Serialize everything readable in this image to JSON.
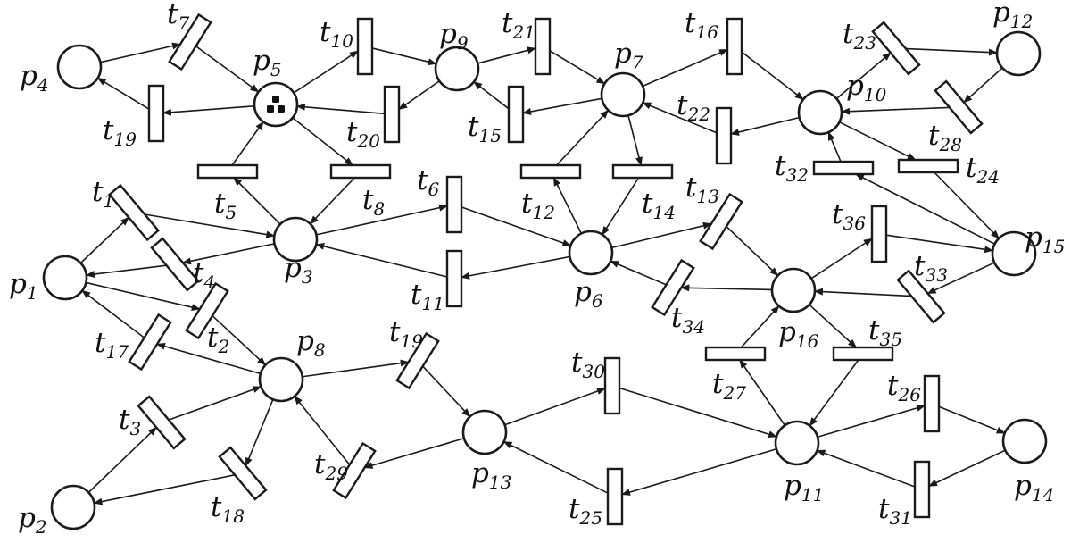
{
  "places": [
    {
      "id": "p1",
      "label": "p",
      "sub": "1"
    },
    {
      "id": "p2",
      "label": "p",
      "sub": "2"
    },
    {
      "id": "p3",
      "label": "p",
      "sub": "3"
    },
    {
      "id": "p4",
      "label": "p",
      "sub": "4"
    },
    {
      "id": "p5",
      "label": "p",
      "sub": "5",
      "tokens": 3
    },
    {
      "id": "p6",
      "label": "p",
      "sub": "6"
    },
    {
      "id": "p7",
      "label": "p",
      "sub": "7"
    },
    {
      "id": "p8",
      "label": "p",
      "sub": "8"
    },
    {
      "id": "p9",
      "label": "p",
      "sub": "9"
    },
    {
      "id": "p10",
      "label": "p",
      "sub": "10"
    },
    {
      "id": "p11",
      "label": "p",
      "sub": "11"
    },
    {
      "id": "p12",
      "label": "p",
      "sub": "12"
    },
    {
      "id": "p13",
      "label": "p",
      "sub": "13"
    },
    {
      "id": "p14",
      "label": "p",
      "sub": "14"
    },
    {
      "id": "p15",
      "label": "p",
      "sub": "15"
    },
    {
      "id": "p16",
      "label": "p",
      "sub": "16"
    }
  ],
  "transitions": [
    {
      "id": "t1",
      "label": "t",
      "sub": "1"
    },
    {
      "id": "t2",
      "label": "t",
      "sub": "2"
    },
    {
      "id": "t3",
      "label": "t",
      "sub": "3"
    },
    {
      "id": "t4",
      "label": "t",
      "sub": "4"
    },
    {
      "id": "t5",
      "label": "t",
      "sub": "5"
    },
    {
      "id": "t6",
      "label": "t",
      "sub": "6"
    },
    {
      "id": "t7",
      "label": "t",
      "sub": "7"
    },
    {
      "id": "t8",
      "label": "t",
      "sub": "8"
    },
    {
      "id": "t10",
      "label": "t",
      "sub": "10"
    },
    {
      "id": "t11",
      "label": "t",
      "sub": "11"
    },
    {
      "id": "t12",
      "label": "t",
      "sub": "12"
    },
    {
      "id": "t13",
      "label": "t",
      "sub": "13"
    },
    {
      "id": "t14",
      "label": "t",
      "sub": "14"
    },
    {
      "id": "t15",
      "label": "t",
      "sub": "15"
    },
    {
      "id": "t16",
      "label": "t",
      "sub": "16"
    },
    {
      "id": "t17",
      "label": "t",
      "sub": "17"
    },
    {
      "id": "t18",
      "label": "t",
      "sub": "18"
    },
    {
      "id": "t19a",
      "label": "t",
      "sub": "19"
    },
    {
      "id": "t19b",
      "label": "t",
      "sub": "19"
    },
    {
      "id": "t20",
      "label": "t",
      "sub": "20"
    },
    {
      "id": "t21",
      "label": "t",
      "sub": "21"
    },
    {
      "id": "t22",
      "label": "t",
      "sub": "22"
    },
    {
      "id": "t23",
      "label": "t",
      "sub": "23"
    },
    {
      "id": "t24",
      "label": "t",
      "sub": "24"
    },
    {
      "id": "t25",
      "label": "t",
      "sub": "25"
    },
    {
      "id": "t26",
      "label": "t",
      "sub": "26"
    },
    {
      "id": "t27",
      "label": "t",
      "sub": "27"
    },
    {
      "id": "t28",
      "label": "t",
      "sub": "28"
    },
    {
      "id": "t29",
      "label": "t",
      "sub": "29"
    },
    {
      "id": "t30",
      "label": "t",
      "sub": "30"
    },
    {
      "id": "t31",
      "label": "t",
      "sub": "31"
    },
    {
      "id": "t32",
      "label": "t",
      "sub": "32"
    },
    {
      "id": "t33",
      "label": "t",
      "sub": "33"
    },
    {
      "id": "t34",
      "label": "t",
      "sub": "34"
    },
    {
      "id": "t35",
      "label": "t",
      "sub": "35"
    },
    {
      "id": "t36",
      "label": "t",
      "sub": "36"
    }
  ],
  "arcs": [
    [
      "p4",
      "t7"
    ],
    [
      "t7",
      "p5"
    ],
    [
      "p5",
      "t19a"
    ],
    [
      "t19a",
      "p4"
    ],
    [
      "p5",
      "t10"
    ],
    [
      "t10",
      "p9"
    ],
    [
      "p9",
      "t20"
    ],
    [
      "t20",
      "p5"
    ],
    [
      "p9",
      "t21"
    ],
    [
      "t21",
      "p7"
    ],
    [
      "p7",
      "t15"
    ],
    [
      "t15",
      "p9"
    ],
    [
      "p7",
      "t16"
    ],
    [
      "t16",
      "p10"
    ],
    [
      "p10",
      "t22"
    ],
    [
      "t22",
      "p7"
    ],
    [
      "p10",
      "t23"
    ],
    [
      "t23",
      "p12"
    ],
    [
      "p12",
      "t28"
    ],
    [
      "t28",
      "p10"
    ],
    [
      "p3",
      "t5"
    ],
    [
      "t5",
      "p5"
    ],
    [
      "p5",
      "t8"
    ],
    [
      "t8",
      "p3"
    ],
    [
      "p6",
      "t12"
    ],
    [
      "t12",
      "p7"
    ],
    [
      "p7",
      "t14"
    ],
    [
      "t14",
      "p6"
    ],
    [
      "p15",
      "t32"
    ],
    [
      "t32",
      "p10"
    ],
    [
      "p10",
      "t24"
    ],
    [
      "t24",
      "p15"
    ],
    [
      "p1",
      "t1"
    ],
    [
      "t1",
      "p3"
    ],
    [
      "p3",
      "t4"
    ],
    [
      "t4",
      "p1"
    ],
    [
      "p3",
      "t6"
    ],
    [
      "t6",
      "p6"
    ],
    [
      "p6",
      "t11"
    ],
    [
      "t11",
      "p3"
    ],
    [
      "p6",
      "t13"
    ],
    [
      "t13",
      "p16"
    ],
    [
      "p16",
      "t34"
    ],
    [
      "t34",
      "p6"
    ],
    [
      "p16",
      "t36"
    ],
    [
      "t36",
      "p15"
    ],
    [
      "p15",
      "t33"
    ],
    [
      "t33",
      "p16"
    ],
    [
      "p1",
      "t2"
    ],
    [
      "t2",
      "p8"
    ],
    [
      "p8",
      "t17"
    ],
    [
      "t17",
      "p1"
    ],
    [
      "p2",
      "t3"
    ],
    [
      "t3",
      "p8"
    ],
    [
      "p8",
      "t18"
    ],
    [
      "t18",
      "p2"
    ],
    [
      "p8",
      "t19b"
    ],
    [
      "t19b",
      "p13"
    ],
    [
      "p13",
      "t29"
    ],
    [
      "t29",
      "p8"
    ],
    [
      "p13",
      "t30"
    ],
    [
      "t30",
      "p11"
    ],
    [
      "p11",
      "t25"
    ],
    [
      "t25",
      "p13"
    ],
    [
      "p11",
      "t27"
    ],
    [
      "t27",
      "p16"
    ],
    [
      "p16",
      "t35"
    ],
    [
      "t35",
      "p11"
    ],
    [
      "p11",
      "t26"
    ],
    [
      "t26",
      "p14"
    ],
    [
      "p14",
      "t31"
    ],
    [
      "t31",
      "p11"
    ]
  ]
}
